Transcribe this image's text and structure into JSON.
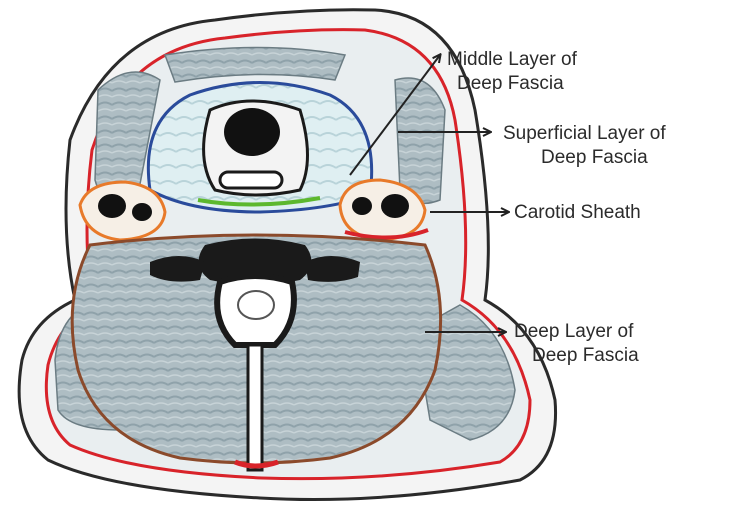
{
  "labels": {
    "middle_layer": {
      "line1": "Middle Layer of",
      "line2": "Deep Fascia"
    },
    "superficial_layer": {
      "line1": "Superficial Layer of",
      "line2": "Deep Fascia"
    },
    "carotid_sheath": {
      "line1": "Carotid Sheath"
    },
    "deep_layer": {
      "line1": "Deep Layer of",
      "line2": "Deep Fascia"
    }
  },
  "colors": {
    "superficial_layer": "#d8232a",
    "middle_layer": "#2a4b9b",
    "carotid_sheath": "#e87a2a",
    "pretracheal_green": "#5cb82e",
    "deep_layer": "#8b4a2b",
    "muscle": "#8fa4ac",
    "bone": "#1a1a1a",
    "arrow": "#222222"
  },
  "icons": {
    "arrow": "arrow-right-icon"
  }
}
